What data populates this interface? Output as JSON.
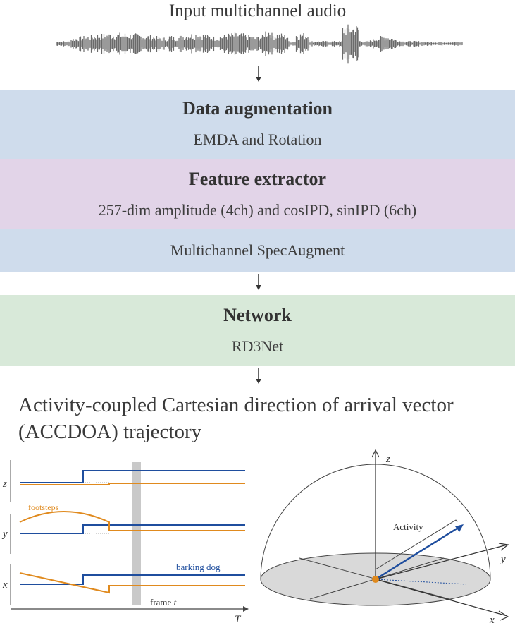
{
  "input_label": "Input multichannel audio",
  "augmentation": {
    "title": "Data augmentation",
    "subtitle": "EMDA and Rotation"
  },
  "features": {
    "title": "Feature extractor",
    "subtitle": "257-dim amplitude (4ch) and cosIPD, sinIPD (6ch)"
  },
  "specaug": {
    "label": "Multichannel SpecAugment"
  },
  "network": {
    "title": "Network",
    "subtitle": "RD3Net"
  },
  "output": {
    "line1": "Activity-coupled Cartesian direction of arrival vector",
    "line2": "(ACCDOA) trajectory"
  },
  "left_plot": {
    "axis_z": "z",
    "axis_y": "y",
    "axis_x": "x",
    "footsteps": "footsteps",
    "barking_dog": "barking dog",
    "frame_prefix": "frame ",
    "frame_var": "t",
    "T": "T",
    "colors": {
      "dog": "#1f4e9e",
      "footsteps": "#e08a1e"
    }
  },
  "sphere": {
    "axis_z": "z",
    "axis_y": "y",
    "axis_x": "x",
    "activity": "Activity"
  }
}
